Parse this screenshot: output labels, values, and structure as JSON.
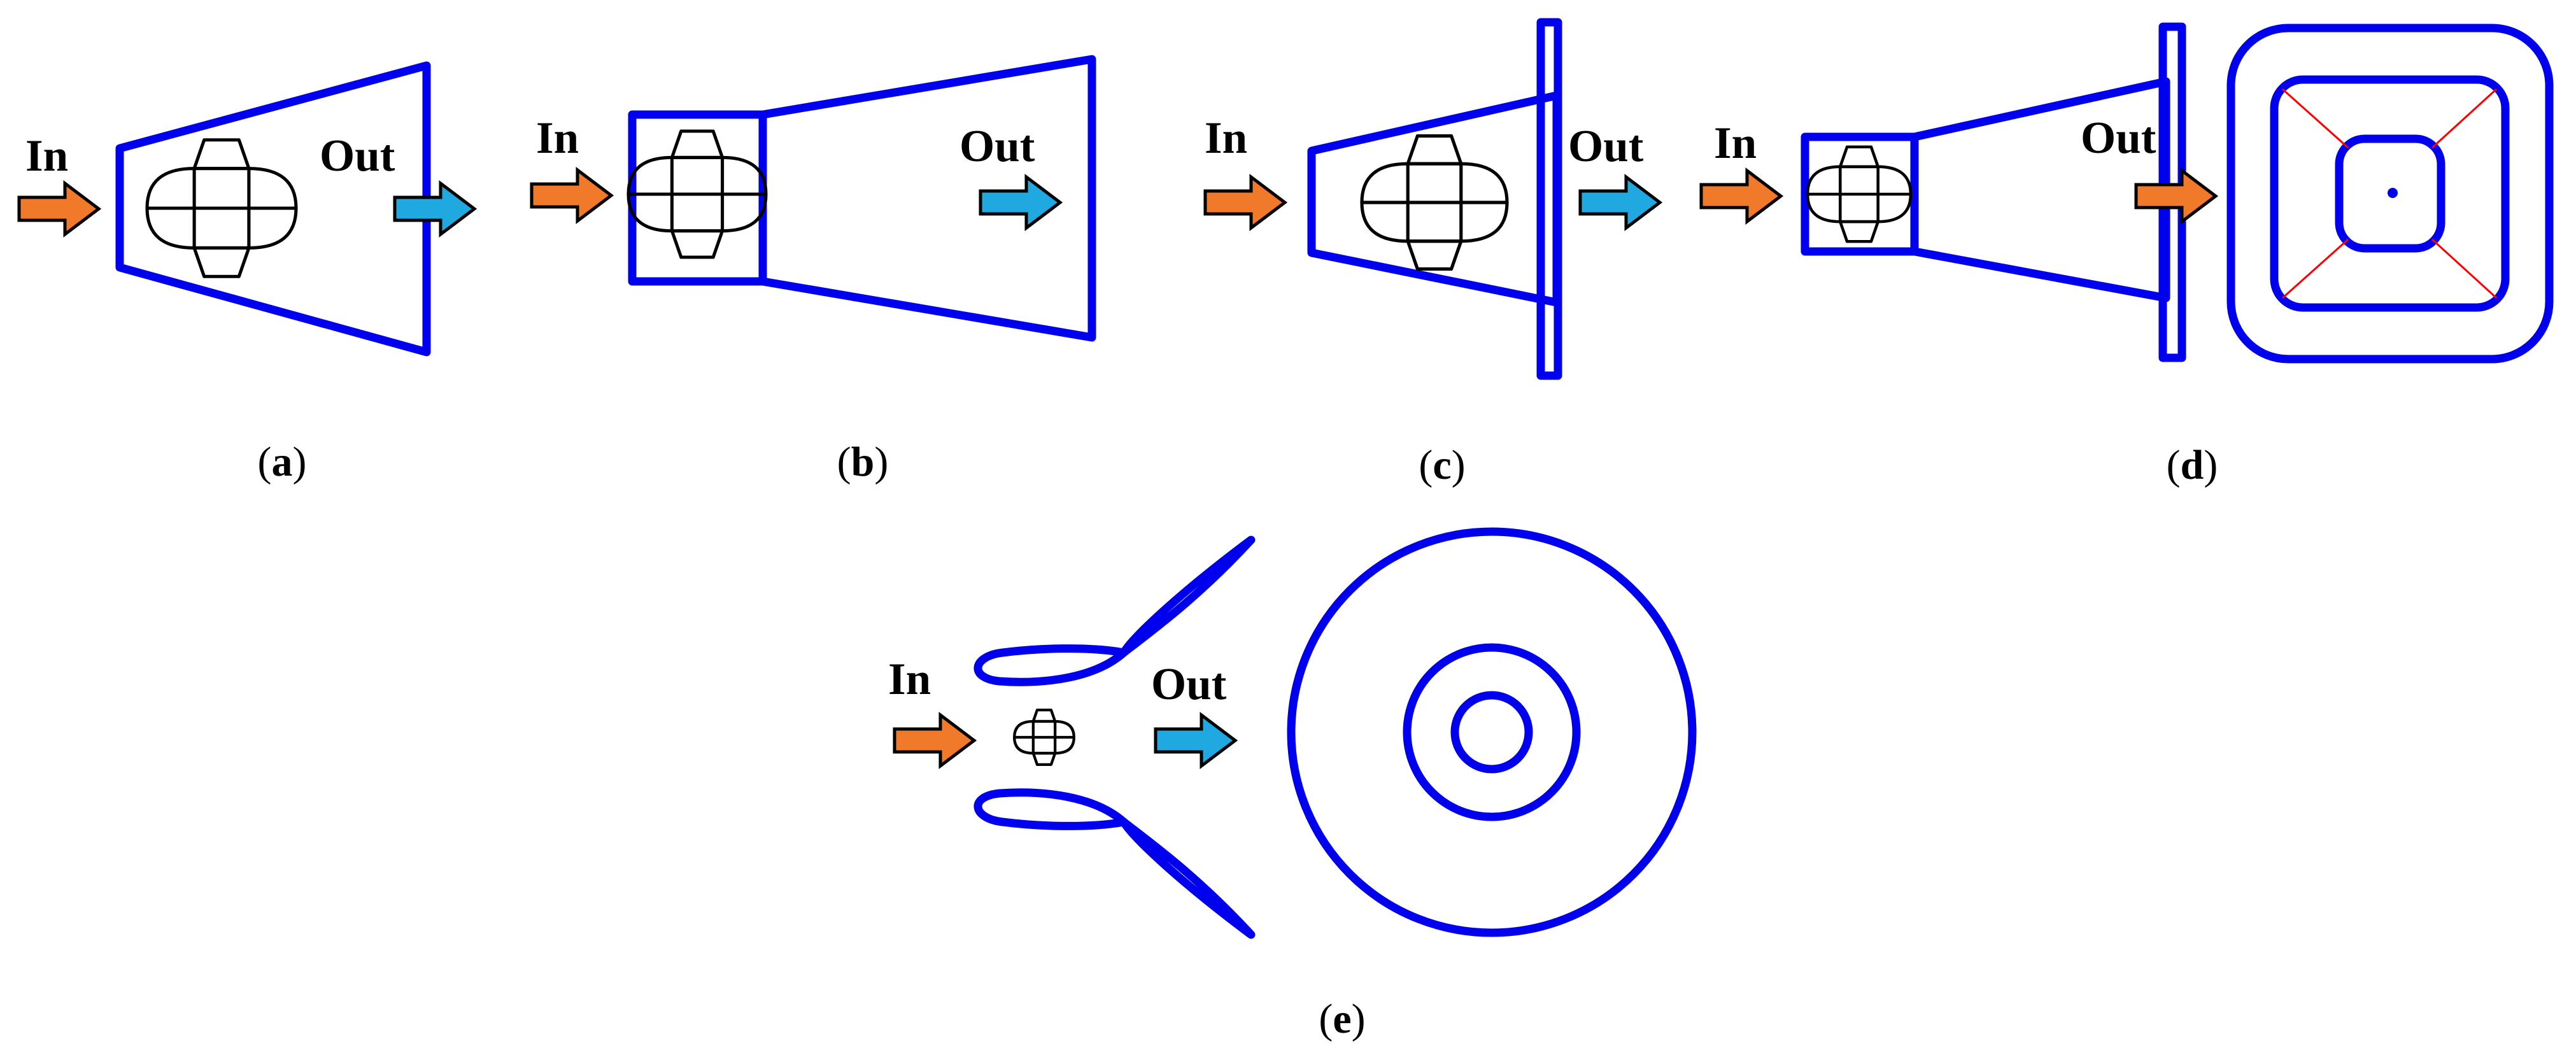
{
  "labels": {
    "in": "In",
    "out": "Out"
  },
  "captions": [
    {
      "open": "(",
      "letter": "a",
      "close": ")"
    },
    {
      "open": "(",
      "letter": "b",
      "close": ")"
    },
    {
      "open": "(",
      "letter": "c",
      "close": ")"
    },
    {
      "open": "(",
      "letter": "d",
      "close": ")"
    },
    {
      "open": "(",
      "letter": "e",
      "close": ")"
    }
  ],
  "colors": {
    "horn": "#0000ee",
    "in_arrow": "#f07a2a",
    "out_arrow": "#20a8e0",
    "d_out_arrow": "#f07a2a",
    "diagonals": "#ff0000",
    "outline": "#000000"
  },
  "icons": {
    "arrow": "right-arrow-icon",
    "disc": "disc-core-icon"
  }
}
